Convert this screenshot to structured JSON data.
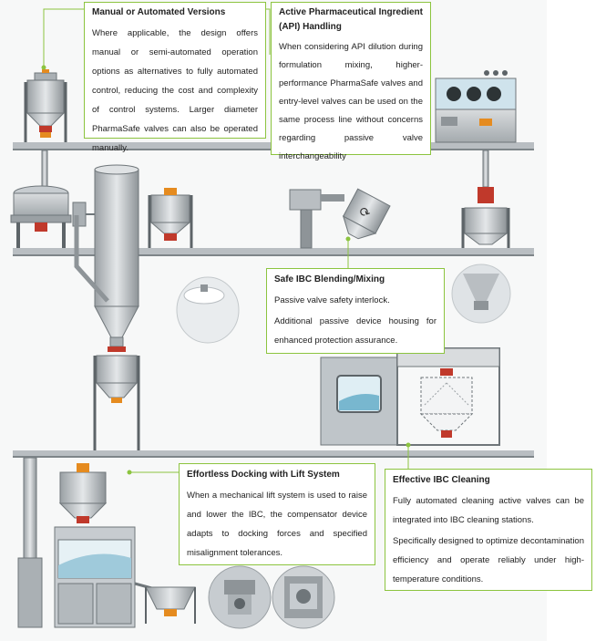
{
  "accent": "#8cc43f",
  "valve_color": "#c0392b",
  "callouts": {
    "manual": {
      "title": "Manual or Automated Versions",
      "body": "Where applicable, the design offers manual or semi-automated operation options as alternatives to fully automated control, reducing the cost and complexity of control systems. Larger diameter PharmaSafe valves can also be operated manually."
    },
    "api": {
      "title": "Active Pharmaceutical Ingredient (API) Handling",
      "body": "When considering API dilution during formulation mixing, higher-performance PharmaSafe valves and entry-level valves can be used on the same process line without concerns regarding passive valve interchangeability"
    },
    "blending": {
      "title": "Safe IBC Blending/Mixing",
      "body1": "Passive valve safety interlock.",
      "body2": "Additional passive device housing for enhanced protection assurance."
    },
    "docking": {
      "title": "Effortless Docking with Lift System",
      "body": "When a mechanical lift system is used to raise and lower the IBC, the compensator device adapts to docking forces and specified misalignment tolerances."
    },
    "cleaning": {
      "title": "Effective IBC Cleaning",
      "body1": "Fully automated cleaning active valves can be integrated into IBC cleaning stations.",
      "body2": "Specifically designed to optimize decontamination efficiency and operate reliably under high-temperature conditions."
    }
  }
}
